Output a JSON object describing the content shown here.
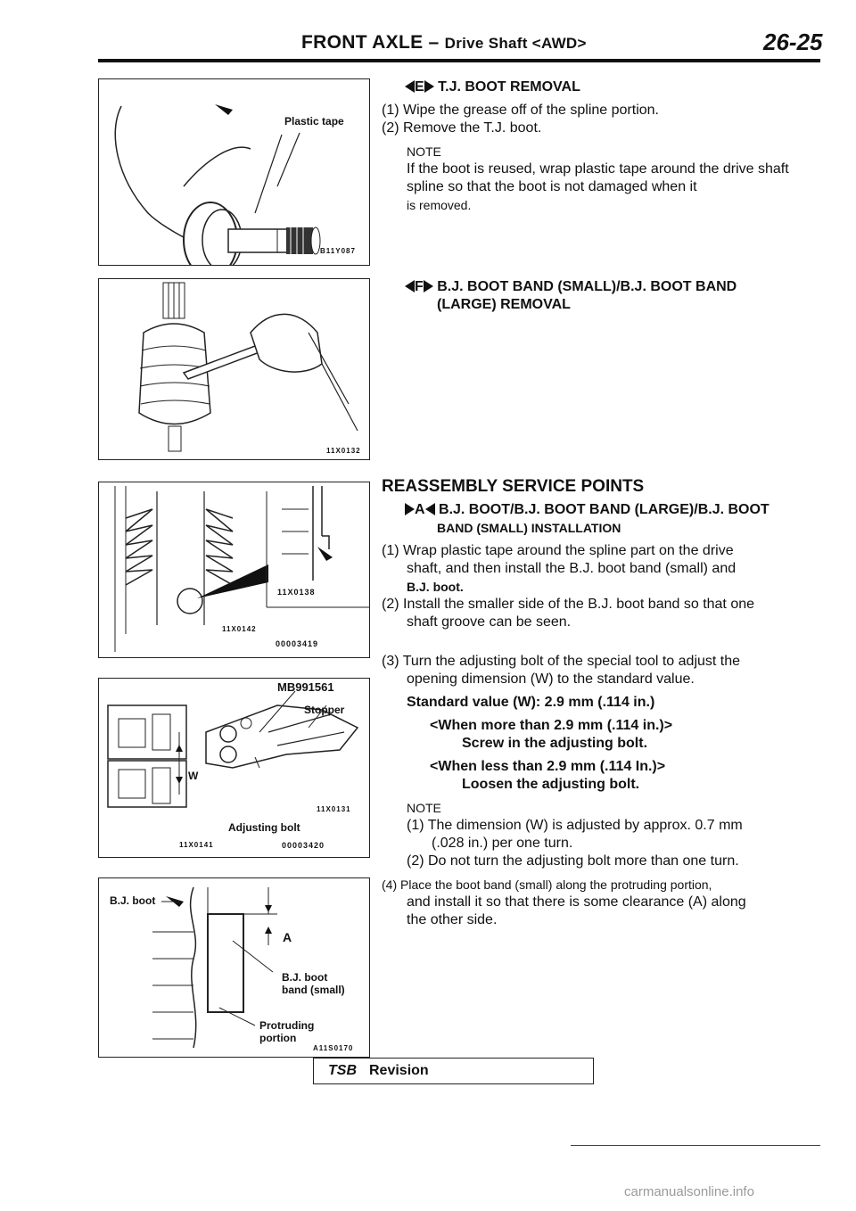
{
  "header": {
    "title_main": "FRONT AXLE –",
    "title_sub": "Drive Shaft <AWD>",
    "page": "26-25"
  },
  "figures": {
    "fig1": {
      "label": "Plastic tape",
      "code": "B11Y087"
    },
    "fig2": {
      "code": "11X0132"
    },
    "fig3": {
      "code_a": "11X0138",
      "code_b": "11X0142",
      "code_c": "00003419"
    },
    "fig4": {
      "tool": "MB991561",
      "stopper": "Stopper",
      "w": "W",
      "bolt": "Adjusting bolt",
      "code_a": "11X0131",
      "code_b": "11X0141",
      "code_c": "00003420"
    },
    "fig5": {
      "boot": "B.J. boot",
      "a": "A",
      "band": "B.J. boot",
      "band2": "band (small)",
      "prot": "Protruding",
      "prot2": "portion",
      "code": "A11S0170"
    }
  },
  "sections": {
    "e": {
      "marker": "E",
      "title": "T.J. BOOT REMOVAL",
      "step1": "(1) Wipe the grease off of the spline portion.",
      "step2": "(2) Remove the T.J. boot.",
      "note_label": "NOTE",
      "note_text": "If the boot is reused, wrap plastic tape around the drive shaft spline so that the boot is not damaged when it",
      "note_tail": "is removed."
    },
    "f": {
      "marker": "F",
      "title": "B.J. BOOT BAND (SMALL)/B.J. BOOT BAND",
      "title2": "(LARGE) REMOVAL"
    },
    "reassembly": {
      "heading": "REASSEMBLY SERVICE POINTS",
      "marker": "A",
      "title": "B.J. BOOT/B.J. BOOT BAND (LARGE)/B.J. BOOT",
      "title2": "BAND (SMALL) INSTALLATION",
      "step1": "(1) Wrap plastic tape around the spline part on the drive",
      "step1b": "shaft, and then install the B.J. boot band (small) and",
      "step1c": "B.J. boot.",
      "step2": "(2) Install the smaller side of the B.J. boot band so that one",
      "step2b": "shaft groove can be seen.",
      "step3": "(3) Turn the adjusting bolt of the special tool to adjust the",
      "step3b": "opening dimension (W) to the standard value.",
      "std": "Standard value (W): 2.9 mm (.114 in.)",
      "more": "<When more than 2.9 mm (.114 in.)>",
      "more_action": "Screw in the adjusting bolt.",
      "less": "<When less than 2.9 mm (.114 In.)>",
      "less_action": "Loosen the adjusting bolt.",
      "note_label": "NOTE",
      "note1": "(1) The dimension (W) is adjusted by approx. 0.7 mm",
      "note1b": "(.028 in.) per one turn.",
      "note2": "(2) Do not turn the adjusting bolt more than one turn.",
      "step4": "(4) Place the boot band (small) along the protruding portion,",
      "step4b": "and install it so that there is some clearance (A) along",
      "step4c": "the other side."
    }
  },
  "footer": {
    "tsb": "TSB",
    "revision": "Revision",
    "watermark": "carmanualsonline.info"
  }
}
